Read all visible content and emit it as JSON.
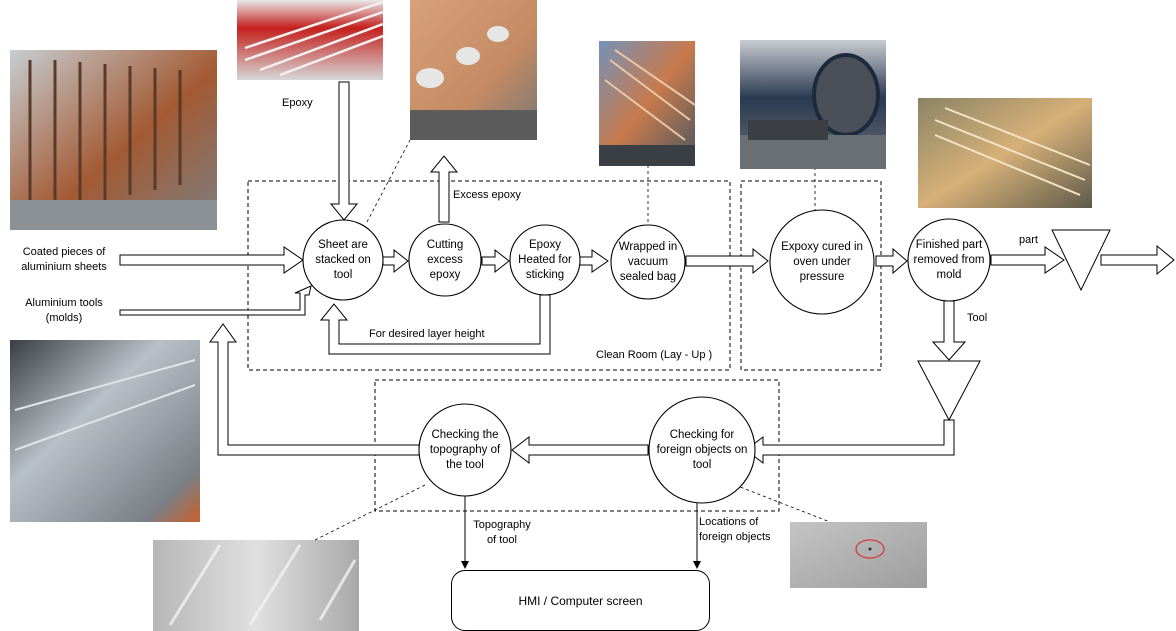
{
  "regions": {
    "clean_room": "Clean Room (Lay - Up )"
  },
  "inputs": {
    "coated_sheets": "Coated pieces of\naluminium sheets",
    "tools": "Aluminium tools\n(molds)"
  },
  "nodes": {
    "stacked": "Sheet are\nstacked on\ntool",
    "cutting": "Cutting\nexcess\nepoxy",
    "heated": "Epoxy\nHeated for\nsticking",
    "wrapped": "Wrapped in\nvacuum\nsealed bag",
    "cured": "Expoxy cured in\noven under\npressure",
    "finished": "Finished part\nremoved from\nmold",
    "check_foreign": "Checking for\nforeign objects on\ntool",
    "check_topo": "Checking the\ntopography of\nthe tool"
  },
  "flow_labels": {
    "epoxy": "Epoxy",
    "excess_epoxy": "Excess epoxy",
    "layer_height": "For desired layer height",
    "part": "part",
    "tool": "Tool",
    "topography_of_tool": "Topography\nof tool",
    "foreign_locations": "Locations of\nforeign objects"
  },
  "hmi": "HMI / Computer screen",
  "photos": [
    {
      "name": "coated-sheets-photo-icon",
      "colors": [
        "#8e9aa3",
        "#a0522d"
      ]
    },
    {
      "name": "epoxy-strips-photo-icon",
      "colors": [
        "#c0201e",
        "#d9d9d9"
      ]
    },
    {
      "name": "cutting-mold-photo-icon",
      "colors": [
        "#c98b62",
        "#9a9a9a"
      ]
    },
    {
      "name": "vacuum-bag-photo-icon",
      "colors": [
        "#5b7fa8",
        "#c77a4c"
      ]
    },
    {
      "name": "autoclave-photo-icon",
      "colors": [
        "#2a3a52",
        "#6a6f74"
      ]
    },
    {
      "name": "finished-part-photo-icon",
      "colors": [
        "#c9a060",
        "#6f6a55"
      ]
    },
    {
      "name": "aluminium-tool-photo-icon",
      "colors": [
        "#9aa3ab",
        "#d2691e"
      ]
    },
    {
      "name": "topography-photo-icon",
      "colors": [
        "#bdbdbd",
        "#dedede"
      ]
    },
    {
      "name": "foreign-object-photo-icon",
      "colors": [
        "#b9b9b9",
        "#d23b3b"
      ]
    }
  ]
}
